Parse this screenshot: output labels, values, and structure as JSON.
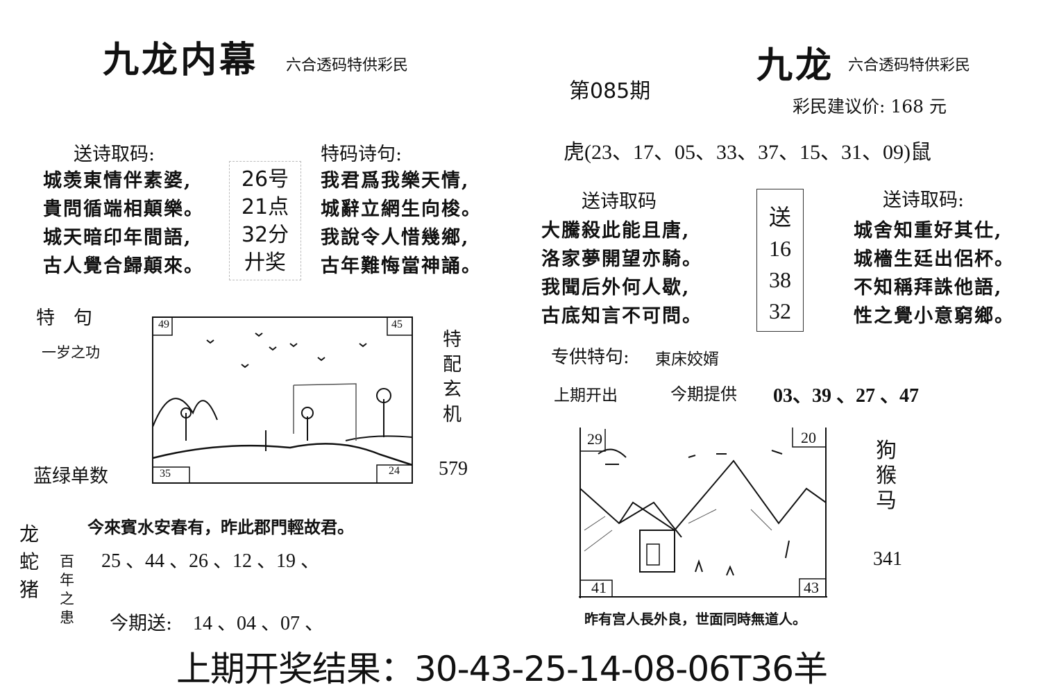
{
  "left": {
    "title": "九龙内幕",
    "subtitle": "六合透码特供彩民",
    "poem_header": "送诗取码:",
    "poem": [
      "城羡東情伴素婆,",
      "貴問循端相顛樂。",
      "城天暗印年間語,",
      "古人覺合歸顛來。"
    ],
    "center_box": [
      "26号",
      "21点",
      "32分",
      "廾奖"
    ],
    "special_header": "特码诗句:",
    "special_poem": [
      "我君爲我樂天情,",
      "城辭立網生向梭。",
      "我說令人惜幾鄉,",
      "古年難悔當神誦。"
    ],
    "te_ju": "特　句",
    "te_ju_text": "一岁之功",
    "picture_corners": [
      "49",
      "45",
      "35",
      "24"
    ],
    "vertical_label": [
      "特",
      "配",
      "玄",
      "机"
    ],
    "lan_lv": "蓝绿单数",
    "lan_lv_value": "579",
    "sentence": "今來賓水安春有，昨此郡門輕故君。",
    "zodiac": [
      "龙",
      "蛇",
      "猪"
    ],
    "bai_nian": [
      "百",
      "年",
      "之",
      "患"
    ],
    "numbers": "25 、44 、26 、12 、19 、",
    "jinqi_label": "今期送:",
    "jinqi_numbers": "14 、04 、07 、"
  },
  "right": {
    "title": "九龙",
    "subtitle": "六合透码特供彩民",
    "issue": "第085期",
    "price": "彩民建议价: 168 元",
    "tiger_line": "虎(23、17、05、33、37、15、31、09)鼠",
    "poem_header_left": "送诗取码",
    "poem_left": [
      "大騰殺此能且唐,",
      "洛家夢開望亦騎。",
      "我聞后外何人歇,",
      "古底知言不可問。"
    ],
    "center_box": [
      "送",
      "16",
      "38",
      "32"
    ],
    "poem_header_right": "送诗取码:",
    "poem_right": [
      "城舍知重好其仕,",
      "城檣生廷出侶杯。",
      "不知稱拜誅他語,",
      "性之覺小意窮鄉。"
    ],
    "special_line_label": "专供特句:",
    "special_line_text": "東床姣婿",
    "last_open": "上期开出",
    "provide_label": "今期提供",
    "provide_numbers": "03、39 、27 、47",
    "picture_corners": [
      "29",
      "20",
      "41",
      "43"
    ],
    "vertical_label": [
      "狗",
      "猴",
      "马"
    ],
    "value": "341",
    "caption": "昨有宫人長外良，世面同時無道人。"
  },
  "footer": "上期开奖结果：30-43-25-14-08-06T36羊"
}
